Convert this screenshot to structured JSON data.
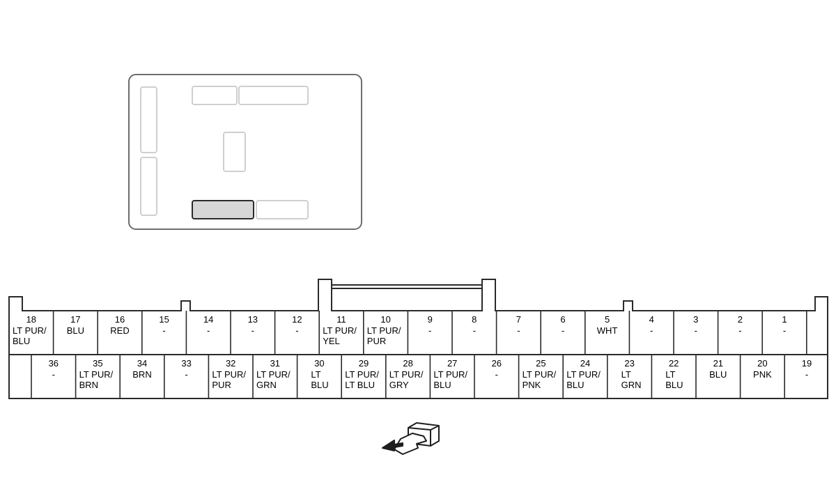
{
  "diagram": {
    "top_row": [
      {
        "pin": "18",
        "wire": [
          "LT PUR/",
          "BLU"
        ]
      },
      {
        "pin": "17",
        "wire": [
          "BLU"
        ]
      },
      {
        "pin": "16",
        "wire": [
          "RED"
        ]
      },
      {
        "pin": "15",
        "wire": [
          "-"
        ]
      },
      {
        "pin": "14",
        "wire": [
          "-"
        ]
      },
      {
        "pin": "13",
        "wire": [
          "-"
        ]
      },
      {
        "pin": "12",
        "wire": [
          "-"
        ]
      },
      {
        "pin": "11",
        "wire": [
          "LT PUR/",
          "YEL"
        ]
      },
      {
        "pin": "10",
        "wire": [
          "LT PUR/",
          "PUR"
        ]
      },
      {
        "pin": "9",
        "wire": [
          "-"
        ]
      },
      {
        "pin": "8",
        "wire": [
          "-"
        ]
      },
      {
        "pin": "7",
        "wire": [
          "-"
        ]
      },
      {
        "pin": "6",
        "wire": [
          "-"
        ]
      },
      {
        "pin": "5",
        "wire": [
          "WHT"
        ]
      },
      {
        "pin": "4",
        "wire": [
          "-"
        ]
      },
      {
        "pin": "3",
        "wire": [
          "-"
        ]
      },
      {
        "pin": "2",
        "wire": [
          "-"
        ]
      },
      {
        "pin": "1",
        "wire": [
          "-"
        ]
      }
    ],
    "bottom_row": [
      {
        "pin": "36",
        "wire": [
          "-"
        ]
      },
      {
        "pin": "35",
        "wire": [
          "LT PUR/",
          "BRN"
        ]
      },
      {
        "pin": "34",
        "wire": [
          "BRN"
        ]
      },
      {
        "pin": "33",
        "wire": [
          "-"
        ]
      },
      {
        "pin": "32",
        "wire": [
          "LT PUR/",
          "PUR"
        ]
      },
      {
        "pin": "31",
        "wire": [
          "LT PUR/",
          "GRN"
        ]
      },
      {
        "pin": "30",
        "wire": [
          "LT",
          "BLU"
        ]
      },
      {
        "pin": "29",
        "wire": [
          "LT PUR/",
          "LT BLU"
        ]
      },
      {
        "pin": "28",
        "wire": [
          "LT PUR/",
          "GRY"
        ]
      },
      {
        "pin": "27",
        "wire": [
          "LT PUR/",
          "BLU"
        ]
      },
      {
        "pin": "26",
        "wire": [
          "-"
        ]
      },
      {
        "pin": "25",
        "wire": [
          "LT PUR/",
          "PNK"
        ]
      },
      {
        "pin": "24",
        "wire": [
          "LT PUR/",
          "BLU"
        ]
      },
      {
        "pin": "23",
        "wire": [
          "LT",
          "GRN"
        ]
      },
      {
        "pin": "22",
        "wire": [
          "LT",
          "BLU"
        ]
      },
      {
        "pin": "21",
        "wire": [
          "BLU"
        ]
      },
      {
        "pin": "20",
        "wire": [
          "PNK"
        ]
      },
      {
        "pin": "19",
        "wire": [
          "-"
        ]
      }
    ],
    "locator_icon": "connector-locator-icon",
    "terminal_side_icon": "hand-push-connector-icon",
    "colors": {
      "line": "#2a2a2a",
      "locator_line": "#cfcfcf",
      "highlight": "#d6d6d6",
      "frame": "#6d6d6d"
    }
  }
}
